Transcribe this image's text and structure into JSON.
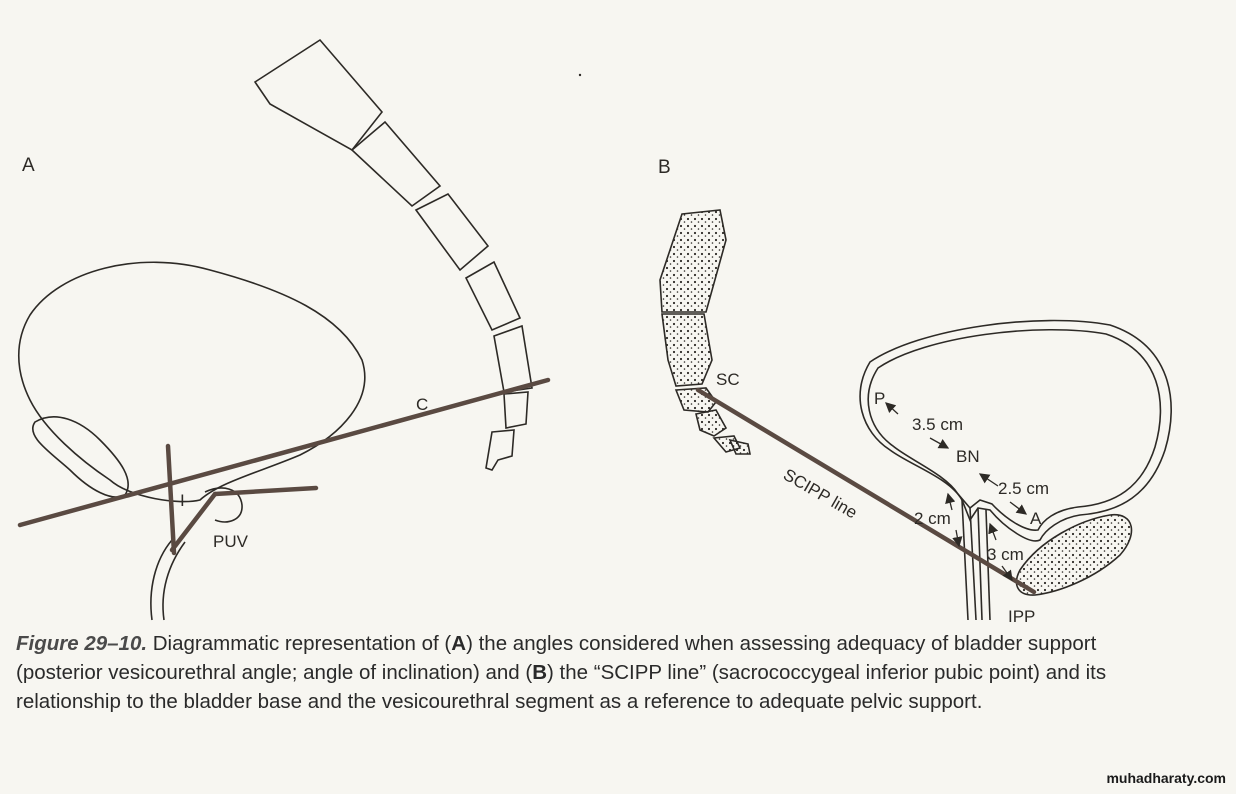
{
  "panel_a": {
    "label": "A",
    "labels": {
      "c": "C",
      "i": "I",
      "puv": "PUV"
    }
  },
  "panel_b": {
    "label": "B",
    "labels": {
      "sc": "SC",
      "scipp": "SCIPP line",
      "p": "P",
      "dist_p_bn": "3.5 cm",
      "bn": "BN",
      "dist_bn_a": "2.5 cm",
      "a": "A",
      "dist_2cm": "2 cm",
      "dist_3cm": "3 cm",
      "ipp": "IPP"
    }
  },
  "caption": {
    "figure_number": "Figure 29–10.",
    "part1": "Diagrammatic representation of (",
    "ref_a": "A",
    "part2": ") the angles considered when assessing adequacy of bladder support (posterior vesicourethral angle; angle of inclination) and (",
    "ref_b": "B",
    "part3": ") the “SCIPP line” (sacrococcygeal inferior pubic point) and its relationship to the bladder base and the vesicourethral segment as a reference to adequate pelvic support."
  },
  "watermark": "muhadharaty.com",
  "colors": {
    "thick_line": "#5a4a42",
    "outline": "#2d2a26",
    "background": "#f7f6f1"
  }
}
